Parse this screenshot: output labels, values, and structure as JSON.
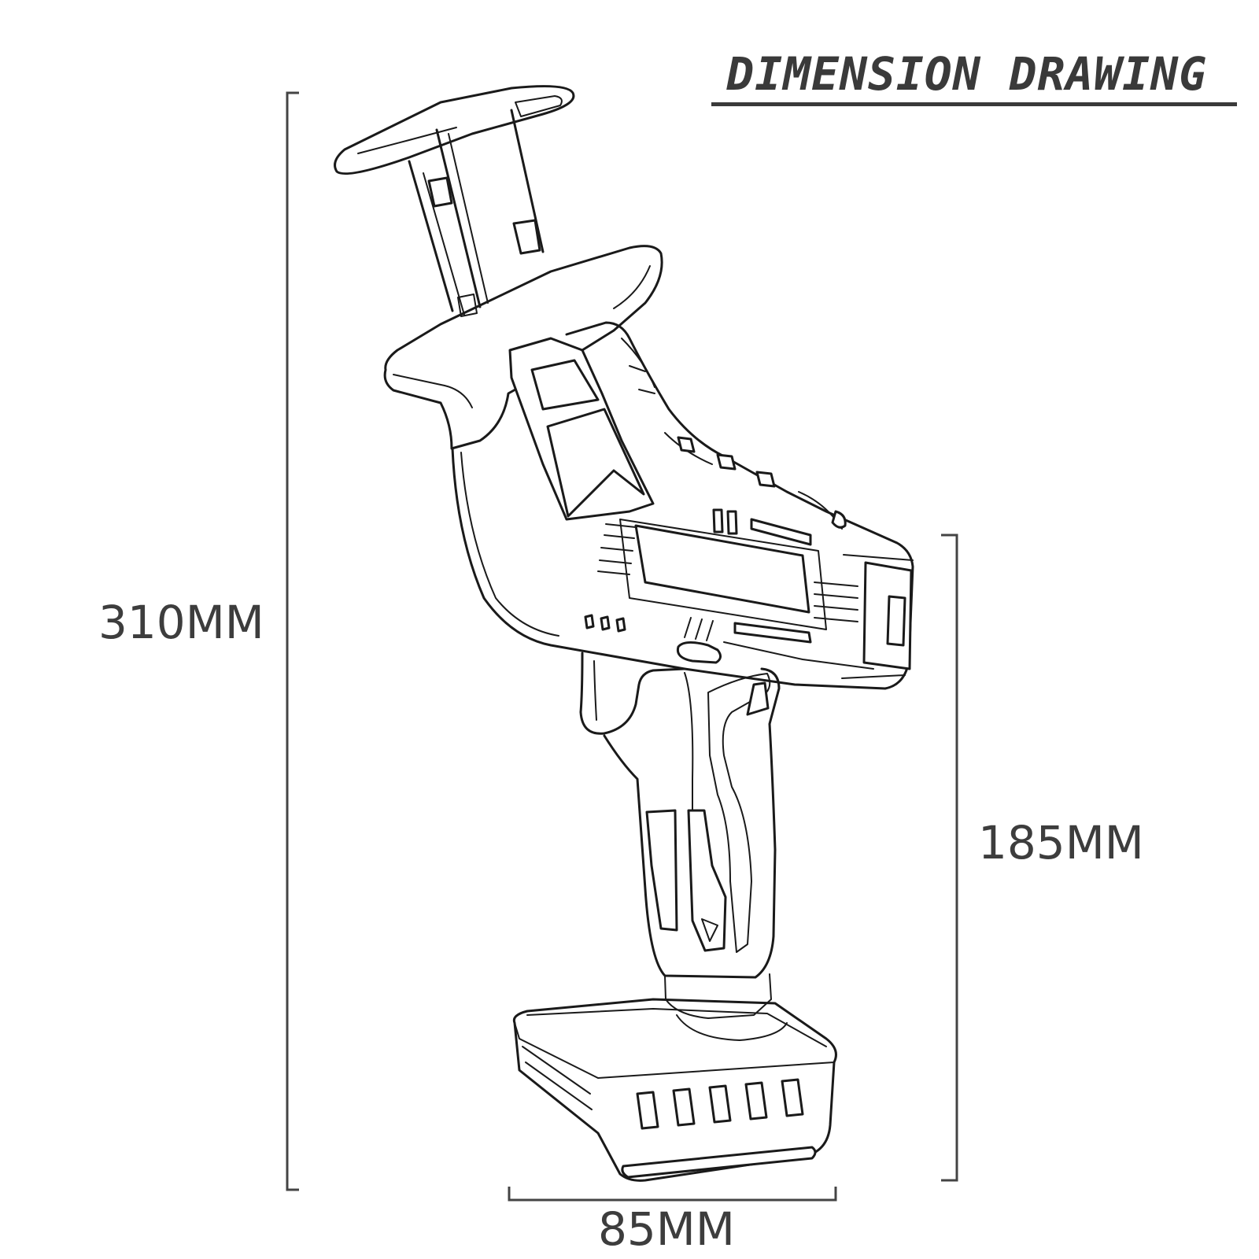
{
  "title": "DIMENSION DRAWING",
  "dimensions": {
    "overall_height": "310MM",
    "handle_height": "185MM",
    "base_width": "85MM"
  },
  "icons": {
    "product": "reciprocating-saw-drawing-icon"
  },
  "colors": {
    "text": "#3a3a3a",
    "line": "#1a1a1a",
    "background": "#ffffff"
  }
}
